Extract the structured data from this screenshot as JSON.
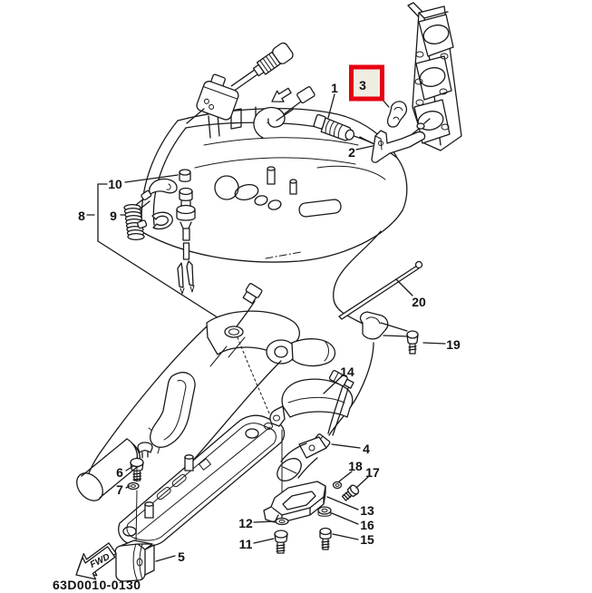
{
  "diagram": {
    "part_code": "63D0010-0130",
    "fwd_arrow_label": "FWD",
    "background_color": "#ffffff",
    "line_color": "#1a1a1a",
    "highlight": {
      "callout": "3",
      "border_color": "#e60012",
      "fill_color": "#efece2"
    },
    "callouts": [
      {
        "num": "1"
      },
      {
        "num": "2"
      },
      {
        "num": "3"
      },
      {
        "num": "4"
      },
      {
        "num": "5"
      },
      {
        "num": "6"
      },
      {
        "num": "7"
      },
      {
        "num": "8"
      },
      {
        "num": "9"
      },
      {
        "num": "10"
      },
      {
        "num": "11"
      },
      {
        "num": "12"
      },
      {
        "num": "13"
      },
      {
        "num": "14"
      },
      {
        "num": "15"
      },
      {
        "num": "16"
      },
      {
        "num": "17"
      },
      {
        "num": "18"
      },
      {
        "num": "19"
      },
      {
        "num": "20"
      }
    ]
  }
}
